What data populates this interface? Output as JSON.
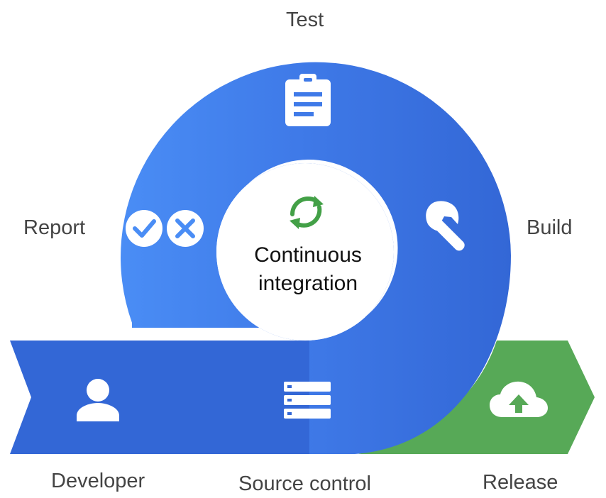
{
  "center": {
    "title_line1": "Continuous",
    "title_line2": "integration",
    "icon": "sync-icon"
  },
  "stages": {
    "test": {
      "label": "Test",
      "icon": "clipboard-icon"
    },
    "build": {
      "label": "Build",
      "icon": "wrench-icon"
    },
    "report": {
      "label": "Report",
      "icons": [
        "check-circle-icon",
        "x-circle-icon"
      ]
    },
    "developer": {
      "label": "Developer",
      "icon": "person-icon"
    },
    "source_control": {
      "label": "Source control",
      "icon": "server-stack-icon"
    },
    "release": {
      "label": "Release",
      "icon": "cloud-upload-icon"
    }
  },
  "colors": {
    "blue_dark": "#3367d6",
    "blue_light": "#4a8df5",
    "green": "#57a957",
    "green_icon": "#43a047",
    "white": "#ffffff",
    "label": "#444444"
  }
}
